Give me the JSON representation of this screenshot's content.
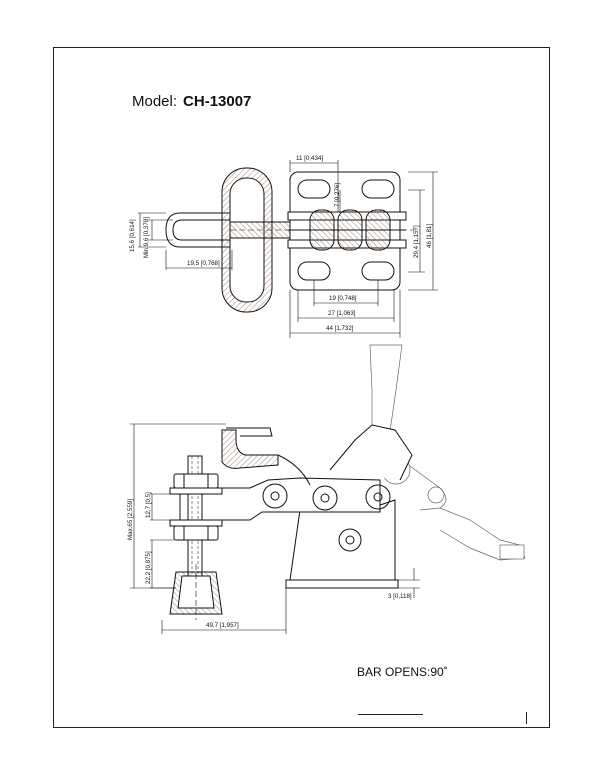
{
  "title": {
    "label": "Model:",
    "code": "CH-13007"
  },
  "note": "BAR OPENS:90˚",
  "top_view": {
    "dims": {
      "pad_offset": "11 [0,434]",
      "slot_width": "7 [0,276]",
      "handle_grip": "15,6 [0,614]",
      "min_gap": "Min.9,6 [0,378]",
      "handle_reach": "19,5 [0,768]",
      "hole_spacing_v": "29,4 [1,157]",
      "base_height": "46 [1,81]",
      "hole_spacing_h": "19 [0,748]",
      "base_width": "27 [1,063]",
      "overall_width": "44 [1,732]"
    }
  },
  "side_view": {
    "dims": {
      "max_height": "Max.65 [2,559]",
      "bar_thickness": "12,7 [0,5]",
      "spindle_height": "22,2 [0,875]",
      "reach": "49,7 [1,957]",
      "base_thickness": "3 [0,118]"
    }
  }
}
